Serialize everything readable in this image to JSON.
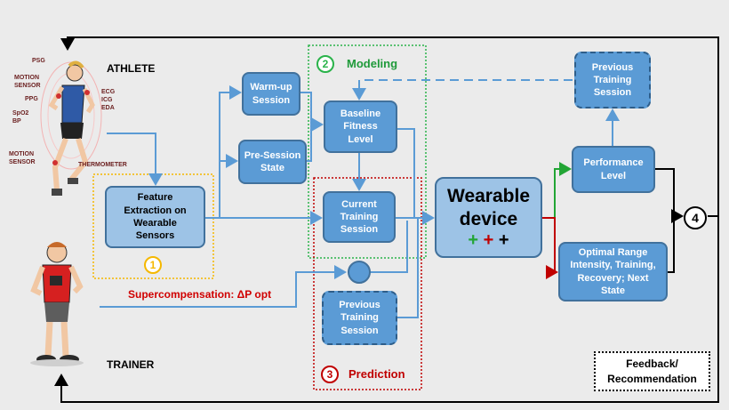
{
  "labels": {
    "athlete": "ATHLETE",
    "trainer": "TRAINER",
    "supercompensation": "Supercompensation: ΔP opt"
  },
  "sensors": {
    "psg": "PSG",
    "motion_sensor_top": "MOTION\nSENSOR",
    "ppg": "PPG",
    "spo2_bp": "SpO2\nBP",
    "ecg_icg_eda": "ECG\nICG\nEDA",
    "motion_sensor_bottom": "MOTION\nSENSOR",
    "thermometer": "THERMOMETER"
  },
  "regions": {
    "feature": {
      "number": "1"
    },
    "modeling": {
      "number": "2",
      "title": "Modeling"
    },
    "prediction": {
      "number": "3",
      "title": "Prediction"
    }
  },
  "boxes": {
    "feature_extraction": "Feature\nExtraction on\nWearable\nSensors",
    "warmup": "Warm-up\nSession",
    "presession": "Pre-Session\nState",
    "baseline": "Baseline\nFitness\nLevel",
    "current": "Current\nTraining\nSession",
    "previous_bottom": "Previous\nTraining\nSession",
    "previous_top": "Previous\nTraining\nSession",
    "performance": "Performance\nLevel",
    "optimal": "Optimal Range\nIntensity, Training,\nRecovery; Next\nState",
    "feedback": "Feedback/\nRecommendation"
  },
  "wearable": {
    "title": "Wearable\ndevice",
    "plus_green": "+",
    "plus_red": "+",
    "plus_black": "+"
  },
  "node_four": "4",
  "colors": {
    "box_fill": "#5b9bd5",
    "box_border": "#41719c",
    "wearable_fill": "#9dc3e6",
    "arrow_blue": "#5b9bd5",
    "modeling_green": "#2ab34a",
    "prediction_red": "#c00000",
    "feature_yellow": "#f5b800",
    "output_green": "#22a535",
    "output_red": "#c00000"
  },
  "icons": [
    "athlete-figure-icon",
    "trainer-figure-icon"
  ]
}
